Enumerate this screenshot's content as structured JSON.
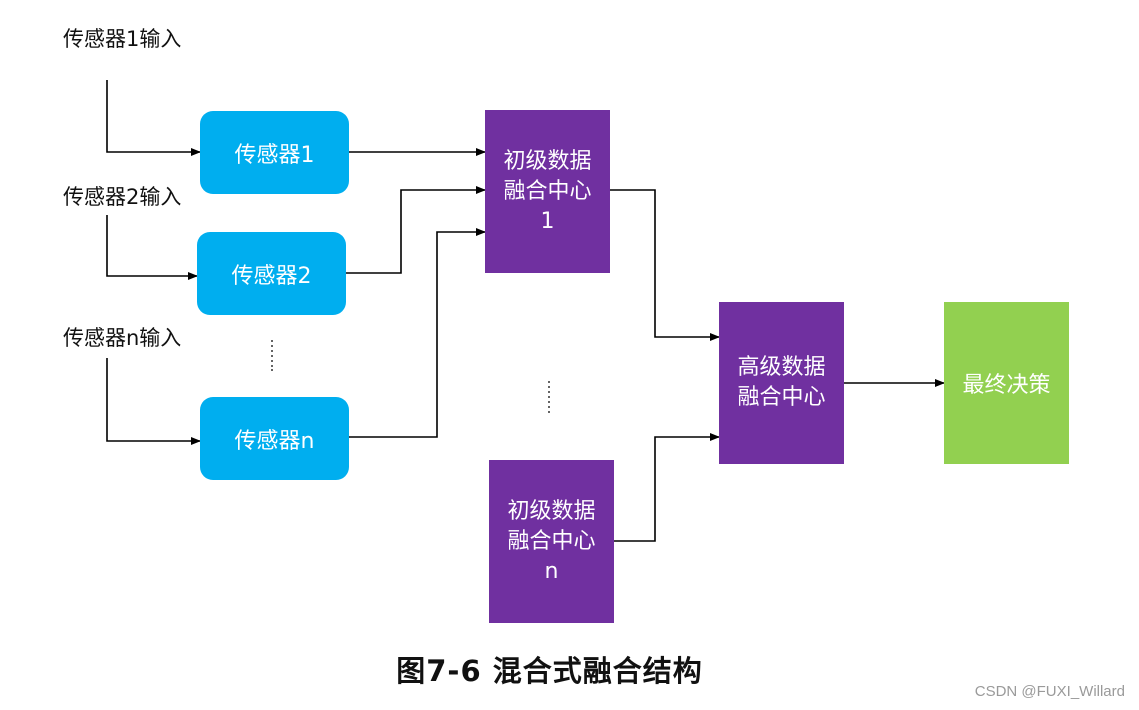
{
  "inputs": [
    {
      "label": "传感器1输入"
    },
    {
      "label": "传感器2输入"
    },
    {
      "label": "传感器n输入"
    }
  ],
  "sensors": [
    {
      "label": "传感器1"
    },
    {
      "label": "传感器2"
    },
    {
      "label": "传感器n"
    }
  ],
  "primary_centers": [
    {
      "line1": "初级数据",
      "line2": "融合中心",
      "line3": "1"
    },
    {
      "line1": "初级数据",
      "line2": "融合中心",
      "line3": "n"
    }
  ],
  "advanced_center": {
    "line1": "高级数据",
    "line2": "融合中心"
  },
  "final_decision": {
    "label": "最终决策"
  },
  "caption": "图7-6 混合式融合结构",
  "watermark": "CSDN @FUXI_Willard",
  "colors": {
    "sensor": "#00aeef",
    "fusion_center": "#7030a0",
    "final": "#92d050",
    "line": "#000000"
  }
}
